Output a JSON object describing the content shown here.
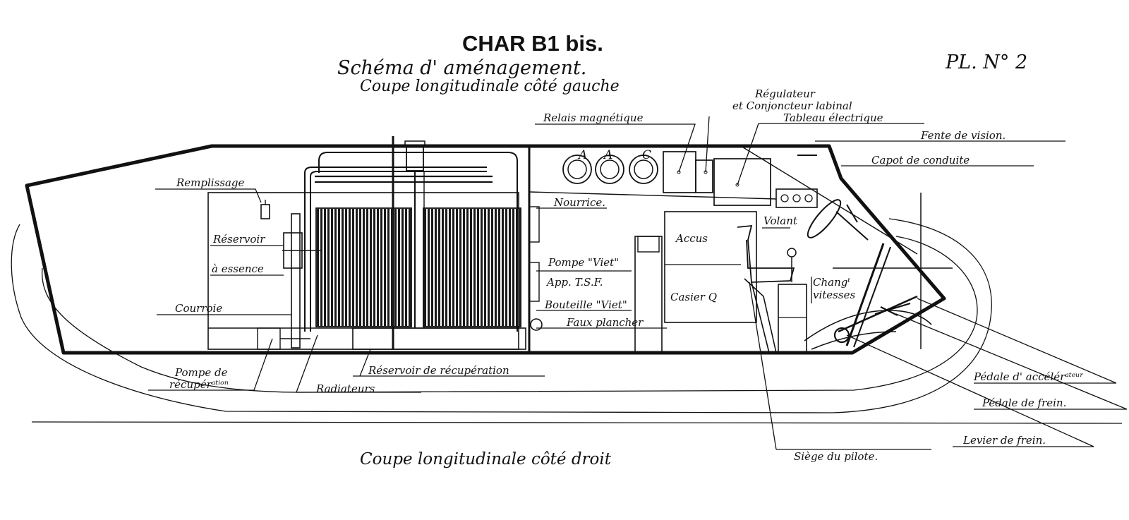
{
  "header": {
    "title": "CHAR B1 bis.",
    "subtitle": "Schéma d' aménagement.",
    "section_left": "Coupe longitudinale côté gauche",
    "plate_number": "PL. N° 2"
  },
  "footer": {
    "section_right": "Coupe longitudinale côté droit"
  },
  "gauges": {
    "glyphs": [
      "A",
      "A",
      "C"
    ]
  },
  "labels": {
    "remplissage": "Remplissage",
    "reservoir": "Réservoir",
    "essence": "à essence",
    "courroie": "Courroie",
    "pompe_de": "Pompe de",
    "recuper": "récupérᵃᵗⁱᵒⁿ",
    "radiateurs": "Radiateurs",
    "reservoir_recup": "Réservoir de récupération",
    "relais": "Relais magnétique",
    "regulateur": "Régulateur",
    "conjoncteur": "et Conjoncteur labinal",
    "tableau": "Tableau électrique",
    "fente": "Fente de vision.",
    "capot": "Capot de conduite",
    "nourrice": "Nourrice.",
    "pompe_viet": "Pompe \"Viet\"",
    "app_tsf": "App. T.S.F.",
    "bouteille": "Bouteille \"Viet\"",
    "faux_plancher": "Faux plancher",
    "accus": "Accus",
    "casier": "Casier Q",
    "volant": "Volant",
    "changt": "Changᵗ",
    "vitesses": "vitesses",
    "pedale_accel": "Pédale d' accélérᵃᵗᵉᵘʳ",
    "pedale_frein": "Pédale de frein.",
    "levier_frein": "Levier de frein.",
    "siege": "Siège du pilote."
  }
}
